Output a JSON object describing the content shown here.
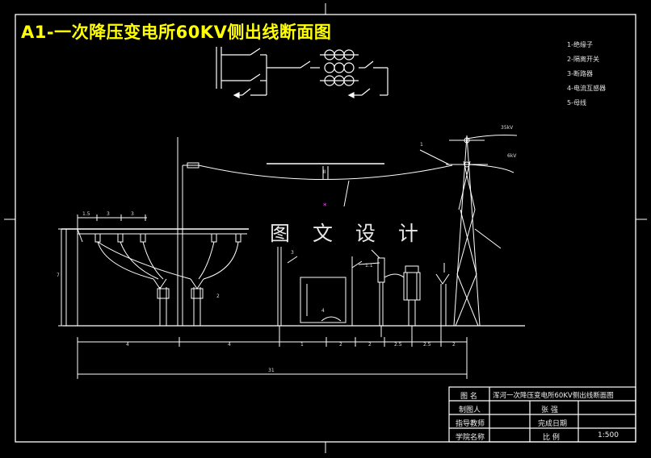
{
  "title": "A1-一次降压变电所60KV侧出线断面图",
  "watermark": "图 文 设 计",
  "legend": [
    "1-绝缘子",
    "2-隔离开关",
    "3-断路器",
    "4-电流互感器",
    "5-母线"
  ],
  "labels": {
    "voltage_top": "35kV",
    "voltage_right": "6kV",
    "callout_1": "1",
    "callout_2": "2",
    "callout_3": "3",
    "callout_4": "4",
    "callout_1_1": "1.1",
    "bay_label": "II",
    "height_dim": "7"
  },
  "top_dims": [
    "1.5",
    "3",
    "3"
  ],
  "bottom_dims": [
    "4",
    "4",
    "1",
    "2",
    "2",
    "2.5",
    "2.5",
    "2"
  ],
  "total_dim": "31",
  "title_block": {
    "r1_label": "图  名",
    "r1_value": "浑河一次降压变电所60KV侧出线断面图",
    "r2_label": "制图人",
    "r2_value": "张  强",
    "r3_label": "指导教师",
    "r3_value": "完成日期",
    "r4_label": "学院名称",
    "r4_value": "比  例",
    "scale": "1:500"
  },
  "colors": {
    "line": "#ffffff",
    "title": "#ffff00",
    "accent": "#ff40ff"
  }
}
